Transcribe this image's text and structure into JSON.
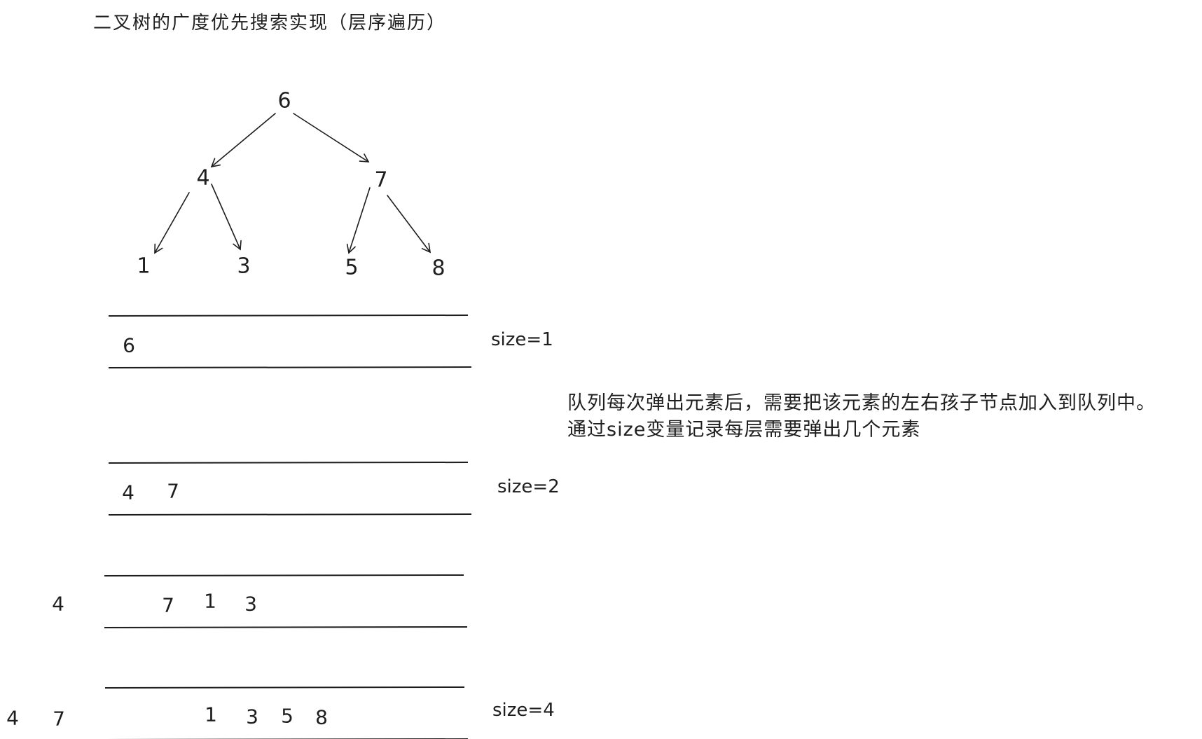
{
  "title": "二叉树的广度优先搜索实现（层序遍历）",
  "tree": {
    "root": "6",
    "level1": [
      "4",
      "7"
    ],
    "level2": [
      "1",
      "3",
      "5",
      "8"
    ]
  },
  "queues": [
    {
      "items": [
        "6"
      ],
      "popped": [],
      "size_label": "size=1"
    },
    {
      "items": [
        "4",
        "7"
      ],
      "popped": [],
      "size_label": "size=2"
    },
    {
      "items": [
        "7",
        "1",
        "3"
      ],
      "popped": [
        "4"
      ],
      "size_label": ""
    },
    {
      "items": [
        "1",
        "3",
        "5",
        "8"
      ],
      "popped": [
        "4",
        "7"
      ],
      "size_label": "size=4"
    }
  ],
  "note": {
    "line1": "队列每次弹出元素后，需要把该元素的左右孩子节点加入到队列中。",
    "line2": "通过size变量记录每层需要弹出几个元素"
  }
}
